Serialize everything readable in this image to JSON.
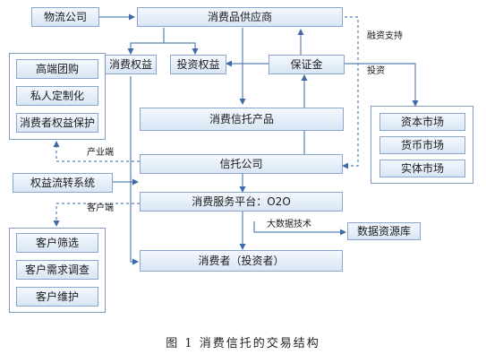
{
  "nodes": {
    "logistics": "物流公司",
    "supplier": "消费品供应商",
    "consumer_rights": "消费权益",
    "investment_rights": "投资权益",
    "deposit": "保证金",
    "trust_product": "消费信托产品",
    "trust_company": "信托公司",
    "rights_transfer": "权益流转系统",
    "platform": "消费服务平台：O2O",
    "consumer": "消费者（投资者）",
    "data_source": "数据资源库"
  },
  "industry_group": [
    "高端团购",
    "私人定制化",
    "消费者权益保护"
  ],
  "market_group": [
    "资本市场",
    "货币市场",
    "实体市场"
  ],
  "customer_group": [
    "客户筛选",
    "客户需求调查",
    "客户维护"
  ],
  "edge_labels": {
    "financing": "融资支持",
    "invest": "投资",
    "industry_end": "产业端",
    "customer_end": "客户端",
    "big_data": "大数据技术"
  },
  "caption": "图 1  消费信托的交易结构"
}
